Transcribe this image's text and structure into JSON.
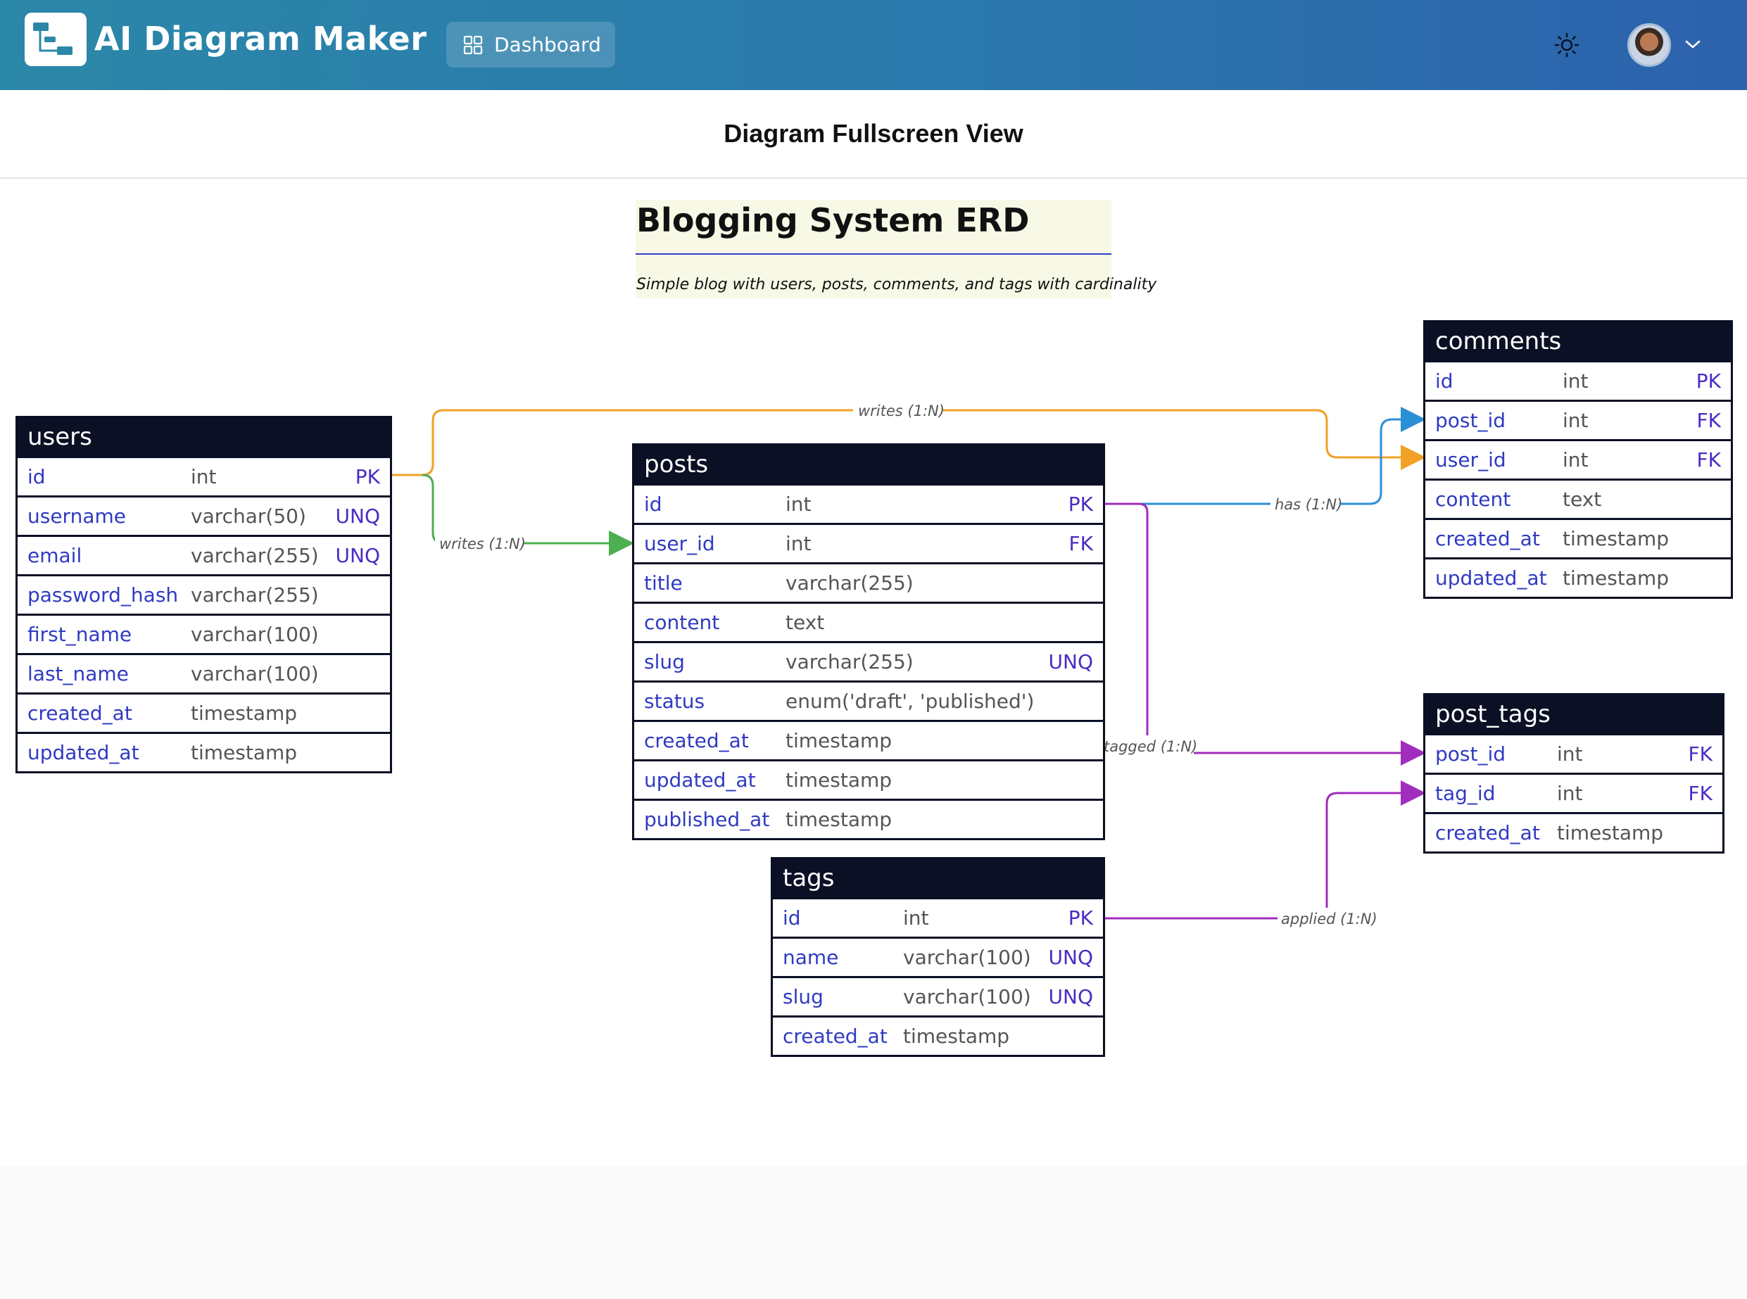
{
  "header": {
    "app_title": "AI Diagram Maker",
    "dashboard_label": "Dashboard"
  },
  "subheader": {
    "title": "Diagram Fullscreen View"
  },
  "diagram": {
    "title": "Blogging System ERD",
    "subtitle": "Simple blog with users, posts, comments, and tags with cardinality"
  },
  "colors": {
    "header_start": "#2b87a8",
    "header_end": "#2d62ad",
    "table_header": "#0b1024",
    "field_name": "#2f3bc2",
    "key_badge": "#4b2bc4",
    "edge_orange": "#f2a127",
    "edge_green": "#4caf50",
    "edge_blue": "#2b8fd6",
    "edge_purple": "#a12dbd"
  },
  "tables": {
    "users": {
      "name": "users",
      "rows": [
        {
          "name": "id",
          "type": "int",
          "key": "PK"
        },
        {
          "name": "username",
          "type": "varchar(50)",
          "key": "UNQ"
        },
        {
          "name": "email",
          "type": "varchar(255)",
          "key": "UNQ"
        },
        {
          "name": "password_hash",
          "type": "varchar(255)",
          "key": ""
        },
        {
          "name": "first_name",
          "type": "varchar(100)",
          "key": ""
        },
        {
          "name": "last_name",
          "type": "varchar(100)",
          "key": ""
        },
        {
          "name": "created_at",
          "type": "timestamp",
          "key": ""
        },
        {
          "name": "updated_at",
          "type": "timestamp",
          "key": ""
        }
      ]
    },
    "posts": {
      "name": "posts",
      "rows": [
        {
          "name": "id",
          "type": "int",
          "key": "PK"
        },
        {
          "name": "user_id",
          "type": "int",
          "key": "FK"
        },
        {
          "name": "title",
          "type": "varchar(255)",
          "key": ""
        },
        {
          "name": "content",
          "type": "text",
          "key": ""
        },
        {
          "name": "slug",
          "type": "varchar(255)",
          "key": "UNQ"
        },
        {
          "name": "status",
          "type": "enum('draft', 'published')",
          "key": ""
        },
        {
          "name": "created_at",
          "type": "timestamp",
          "key": ""
        },
        {
          "name": "updated_at",
          "type": "timestamp",
          "key": ""
        },
        {
          "name": "published_at",
          "type": "timestamp",
          "key": ""
        }
      ]
    },
    "comments": {
      "name": "comments",
      "rows": [
        {
          "name": "id",
          "type": "int",
          "key": "PK"
        },
        {
          "name": "post_id",
          "type": "int",
          "key": "FK"
        },
        {
          "name": "user_id",
          "type": "int",
          "key": "FK"
        },
        {
          "name": "content",
          "type": "text",
          "key": ""
        },
        {
          "name": "created_at",
          "type": "timestamp",
          "key": ""
        },
        {
          "name": "updated_at",
          "type": "timestamp",
          "key": ""
        }
      ]
    },
    "post_tags": {
      "name": "post_tags",
      "rows": [
        {
          "name": "post_id",
          "type": "int",
          "key": "FK"
        },
        {
          "name": "tag_id",
          "type": "int",
          "key": "FK"
        },
        {
          "name": "created_at",
          "type": "timestamp",
          "key": ""
        }
      ]
    },
    "tags": {
      "name": "tags",
      "rows": [
        {
          "name": "id",
          "type": "int",
          "key": "PK"
        },
        {
          "name": "name",
          "type": "varchar(100)",
          "key": "UNQ"
        },
        {
          "name": "slug",
          "type": "varchar(100)",
          "key": "UNQ"
        },
        {
          "name": "created_at",
          "type": "timestamp",
          "key": ""
        }
      ]
    }
  },
  "relationships": [
    {
      "label": "writes (1:N)",
      "from": "users.id",
      "to": "comments.user_id",
      "color": "#f2a127"
    },
    {
      "label": "writes (1:N)",
      "from": "users.id",
      "to": "posts.user_id",
      "color": "#4caf50"
    },
    {
      "label": "has (1:N)",
      "from": "posts.id",
      "to": "comments.post_id",
      "color": "#2b8fd6"
    },
    {
      "label": "tagged (1:N)",
      "from": "posts.id",
      "to": "post_tags.post_id",
      "color": "#a12dbd"
    },
    {
      "label": "applied (1:N)",
      "from": "tags.id",
      "to": "post_tags.tag_id",
      "color": "#a12dbd"
    }
  ]
}
